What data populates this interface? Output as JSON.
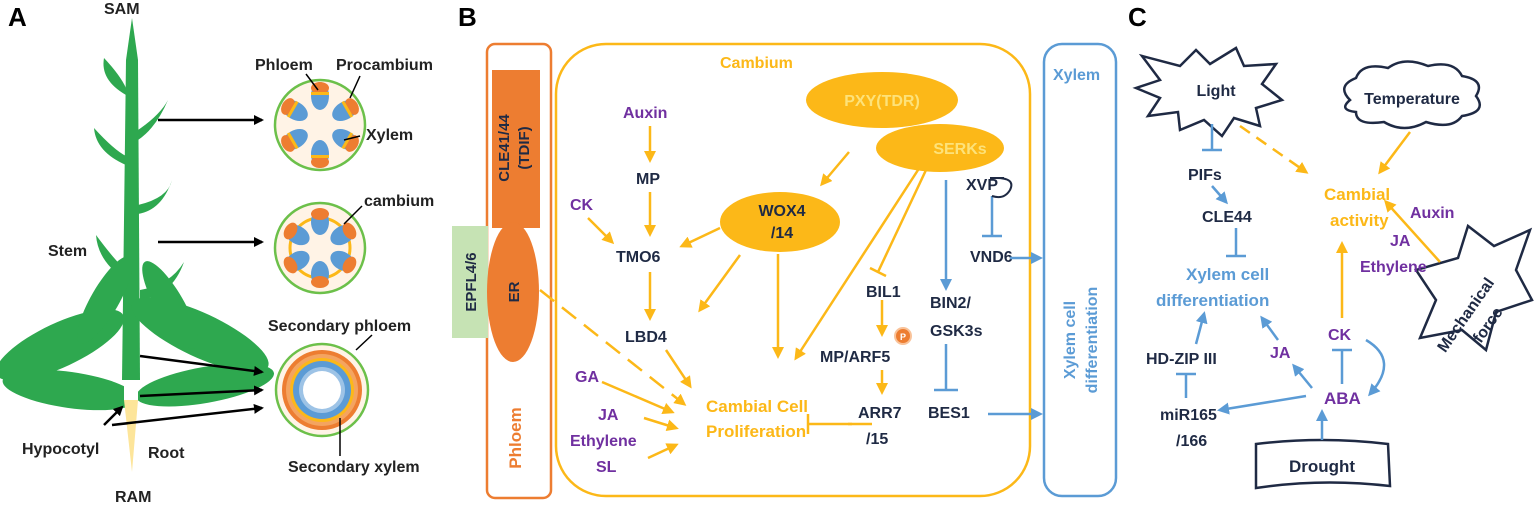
{
  "panels": {
    "a": "A",
    "b": "B",
    "c": "C"
  },
  "panel_a": {
    "sam": "SAM",
    "ram": "RAM",
    "stem": "Stem",
    "hypocotyl": "Hypocotyl",
    "root": "Root",
    "phloem": "Phloem",
    "procambium": "Procambium",
    "xylem": "Xylem",
    "cambium": "cambium",
    "secondary_phloem": "Secondary phloem",
    "secondary_xylem": "Secondary xylem"
  },
  "panel_b": {
    "cle_line1": "CLE41/44",
    "cle_line2": "(TDIF)",
    "epfl": "EPFL4/6",
    "er": "ER",
    "phloem": "Phloem",
    "cambium": "Cambium",
    "xylem": "Xylem",
    "xylem_diff_line1": "Xylem cell",
    "xylem_diff_line2": "differentiation",
    "pxy": "PXY(TDR)",
    "serks": "SERKs",
    "auxin": "Auxin",
    "mp": "MP",
    "ck": "CK",
    "tmo6": "TMO6",
    "wox4_line1": "WOX4",
    "wox4_line2": "/14",
    "lbd4": "LBD4",
    "bil1": "BIL1",
    "p": "P",
    "mp_arf5": "MP/ARF5",
    "arr7_line1": "ARR7",
    "arr7_line2": "/15",
    "xvp": "XVP",
    "vnd6": "VND6",
    "bin2_line1": "BIN2/",
    "bin2_line2": "GSK3s",
    "bes1": "BES1",
    "ga": "GA",
    "ja": "JA",
    "ethylene": "Ethylene",
    "sl": "SL",
    "prolif_line1": "Cambial Cell",
    "prolif_line2": "Proliferation"
  },
  "panel_c": {
    "light": "Light",
    "temperature": "Temperature",
    "pifs": "PIFs",
    "cle44": "CLE44",
    "xylem_diff_line1": "Xylem cell",
    "xylem_diff_line2": "differentiation",
    "cambial_line1": "Cambial",
    "cambial_line2": "activity",
    "auxin": "Auxin",
    "ja_right": "JA",
    "ethylene": "Ethylene",
    "mech_line1": "Mechanical",
    "mech_line2": "force",
    "hdzip": "HD-ZIP III",
    "ja": "JA",
    "ck": "CK",
    "aba": "ABA",
    "mir_line1": "miR165",
    "mir_line2": "/166",
    "drought": "Drought"
  },
  "colors": {
    "orange": "#fcb818",
    "dark_orange": "#ed7d31",
    "blue": "#5b9bd5",
    "purple": "#7030a0",
    "green": "#2ea84f",
    "light_green": "#c6e3b4",
    "navy": "#1f2a44"
  }
}
